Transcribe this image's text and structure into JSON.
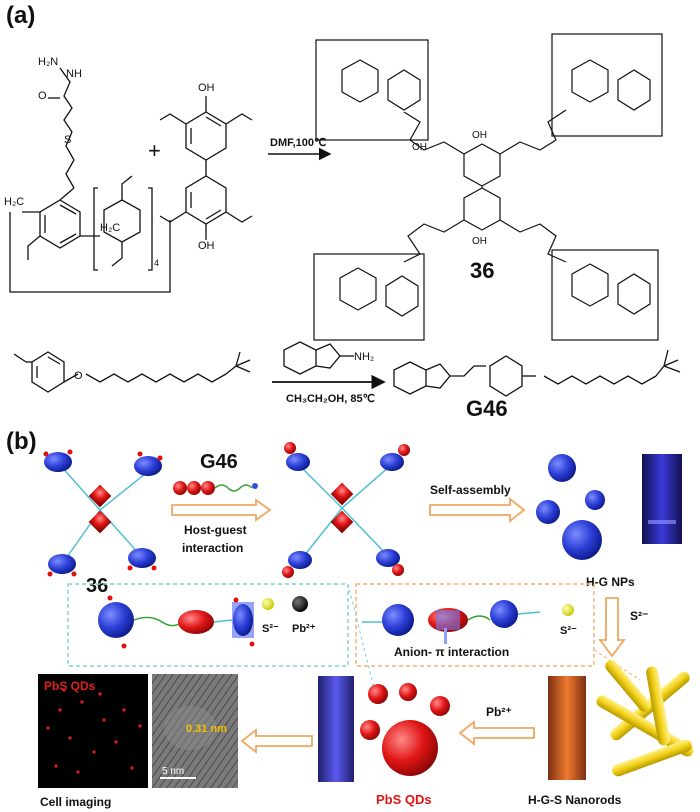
{
  "panels": {
    "a": "(a)",
    "b": "(b)"
  },
  "panel_a": {
    "plus": "+",
    "reagent_hydrazide": "H₂N",
    "reagent_nh": "NH",
    "reagent_o": "O",
    "reagent_s": "S",
    "reagent_h2c_left": "H₂C",
    "reagent_h2c_mid": "H₂C",
    "reagent_sub4": "4",
    "linker_oh_top": "OH",
    "linker_oh_bottom": "OH",
    "reaction1_condition": "DMF,100℃",
    "product1_label": "36",
    "reaction2_amine": "NH₂",
    "reaction2_condition": "CH₃CH₂OH, 85℃",
    "product2_label": "G46"
  },
  "panel_b": {
    "host_label": "36",
    "guest_label": "G46",
    "host_guest_text_1": "Host-guest",
    "host_guest_text_2": "interaction",
    "self_assembly": "Self-assembly",
    "hg_nps": "H-G NPs",
    "sulfide_arrow": "S²⁻",
    "legend_s": "S²⁻",
    "legend_pb": "Pb²⁺",
    "inset2_s": "S²⁻",
    "anion_pi": "Anion-  π interaction",
    "lead_arrow": "Pb²⁺",
    "nanorods": "H-G-S Nanorods",
    "pbs_qds": "PbS QDs",
    "cell_img_title": "PbS QDs",
    "tem_scale": "5 nm",
    "tem_lattice": "0.31 nm",
    "cell_imaging": "Cell imaging"
  },
  "colors": {
    "host_blue": "#2b3fd6",
    "guest_red": "#e01010",
    "arrow_orange": "#f0a860",
    "rod_yellow": "#f2d21a",
    "qd_red": "#e01515",
    "inset_cyan": "#7fd0d8",
    "inset_orange": "#f0b070"
  }
}
